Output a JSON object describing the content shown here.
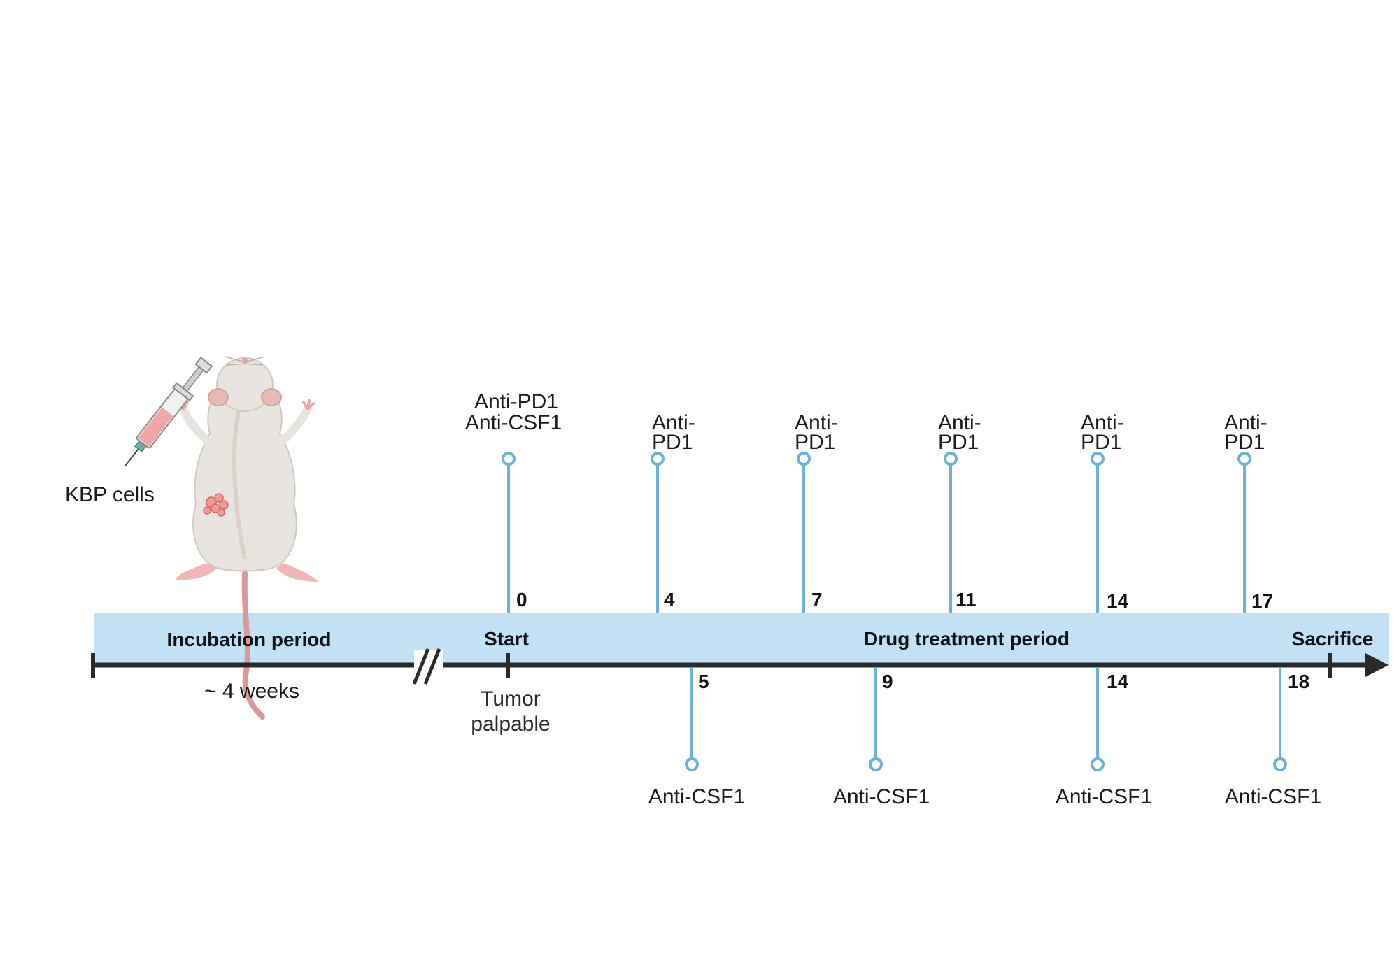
{
  "colors": {
    "band": "#c3e1f5",
    "stem": "#6cb0db",
    "axis": "#2a2a2a",
    "text": "#1a1a1a"
  },
  "left": {
    "cells_label": "KBP cells",
    "period_label": "Incubation period",
    "duration_label": "~ 4 weeks",
    "icons": [
      "mouse-icon",
      "syringe-icon",
      "tumor-cells-icon"
    ]
  },
  "axis": {
    "start_label": "Start",
    "start_sublabel_line1": "Tumor",
    "start_sublabel_line2": "palpable",
    "treatment_label": "Drug treatment period",
    "end_label": "Sacrifice",
    "break_icon": "axis-break-icon"
  },
  "upper_events": [
    {
      "day": "0",
      "line1": "Anti-PD1",
      "line2": "Anti-CSF1"
    },
    {
      "day": "4",
      "line1": "Anti-",
      "line2": "PD1"
    },
    {
      "day": "7",
      "line1": "Anti-",
      "line2": "PD1"
    },
    {
      "day": "11",
      "line1": "Anti-",
      "line2": "PD1"
    },
    {
      "day": "14",
      "line1": "Anti-",
      "line2": "PD1"
    },
    {
      "day": "17",
      "line1": "Anti-",
      "line2": "PD1"
    }
  ],
  "lower_events": [
    {
      "day": "5",
      "label": "Anti-CSF1"
    },
    {
      "day": "9",
      "label": "Anti-CSF1"
    },
    {
      "day": "14",
      "label": "Anti-CSF1"
    },
    {
      "day": "18",
      "label": "Anti-CSF1"
    }
  ]
}
